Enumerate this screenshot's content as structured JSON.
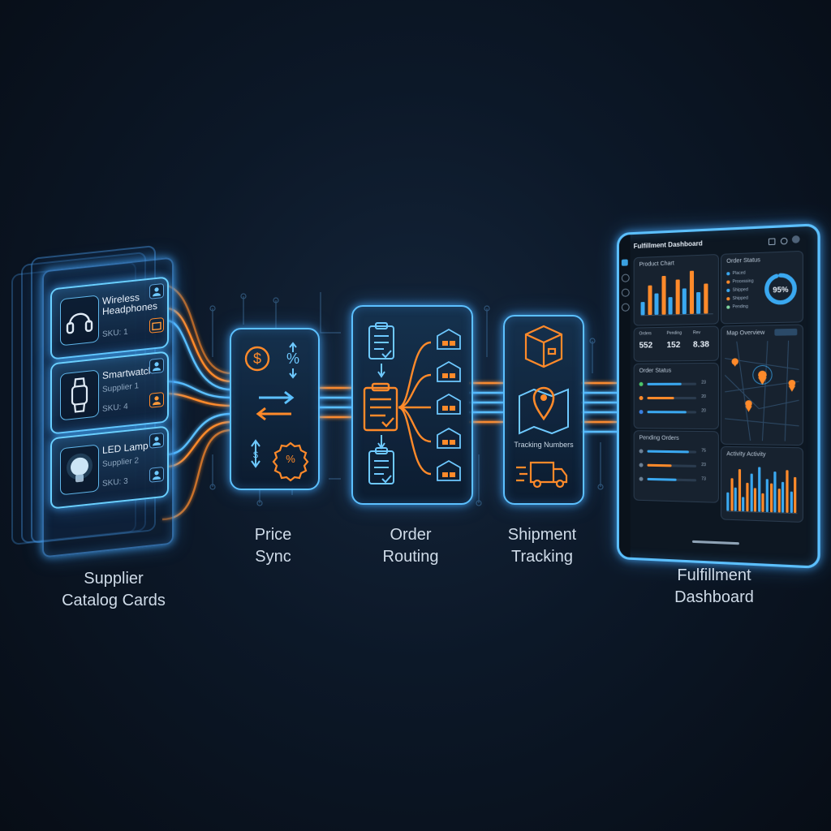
{
  "colors": {
    "accent_blue": "#5cc0ff",
    "accent_orange": "#ff8a2a",
    "bg": "#0c1828"
  },
  "catalog": {
    "label_line1": "Supplier",
    "label_line2": "Catalog Cards",
    "cards": [
      {
        "name_line1": "Wireless",
        "name_line2": "Headphones",
        "supplier": "",
        "sku": "SKU: 1",
        "icon": "headphones-icon"
      },
      {
        "name_line1": "Smartwatch",
        "name_line2": "",
        "supplier": "Supplier 1",
        "sku": "SKU: 4",
        "icon": "smartwatch-icon"
      },
      {
        "name_line1": "LED Lamp",
        "name_line2": "",
        "supplier": "Supplier 2",
        "sku": "SKU: 3",
        "icon": "lightbulb-icon"
      }
    ]
  },
  "stages": {
    "price_sync": {
      "label_line1": "Price",
      "label_line2": "Sync",
      "icons": [
        "dollar-icon",
        "percent-icon",
        "swap-arrows-icon",
        "discount-badge-icon"
      ]
    },
    "order_routing": {
      "label_line1": "Order",
      "label_line2": "Routing",
      "icons": [
        "clipboard-icon",
        "warehouse-icon"
      ]
    },
    "shipment_tracking": {
      "label_line1": "Shipment",
      "label_line2": "Tracking",
      "inner_text": "Tracking Numbers",
      "icons": [
        "package-icon",
        "map-pin-icon",
        "truck-icon"
      ]
    }
  },
  "dashboard": {
    "label_line1": "Fulfillment",
    "label_line2": "Dashboard",
    "title": "Fulfillment Dashboard",
    "product_chart": {
      "title": "Product Chart",
      "bars": [
        0.3,
        0.7,
        0.5,
        0.9,
        0.4,
        0.8,
        0.6,
        1.0,
        0.5,
        0.7
      ]
    },
    "order_status_top": {
      "title": "Order Status",
      "legend": [
        "Placed",
        "Processing",
        "Shipped",
        "Shipped",
        "Pending"
      ],
      "gauge_value": "95%",
      "gauge_fraction": 0.95
    },
    "stats": [
      {
        "label": "Orders",
        "value": "552"
      },
      {
        "label": "Pending",
        "value": "152"
      },
      {
        "label": "Rev",
        "value": "8.38"
      }
    ],
    "order_status": {
      "title": "Order Status",
      "rows": [
        {
          "value": "23"
        },
        {
          "value": "20"
        },
        {
          "value": "20"
        }
      ],
      "fills": [
        0.7,
        0.55,
        0.8
      ]
    },
    "map": {
      "title": "Map Overview",
      "badge": ""
    },
    "pending": {
      "title": "Pending Orders",
      "rows": [
        {
          "value": "75"
        },
        {
          "value": "23"
        },
        {
          "value": "73"
        }
      ],
      "fills": [
        0.85,
        0.5,
        0.6
      ]
    },
    "activity": {
      "title": "Activity Activity",
      "bars": [
        0.4,
        0.7,
        0.5,
        0.9,
        0.3,
        0.6,
        0.8,
        0.5,
        0.95,
        0.4,
        0.7,
        0.6,
        0.85,
        0.5,
        0.65,
        0.9,
        0.45,
        0.75
      ]
    }
  }
}
